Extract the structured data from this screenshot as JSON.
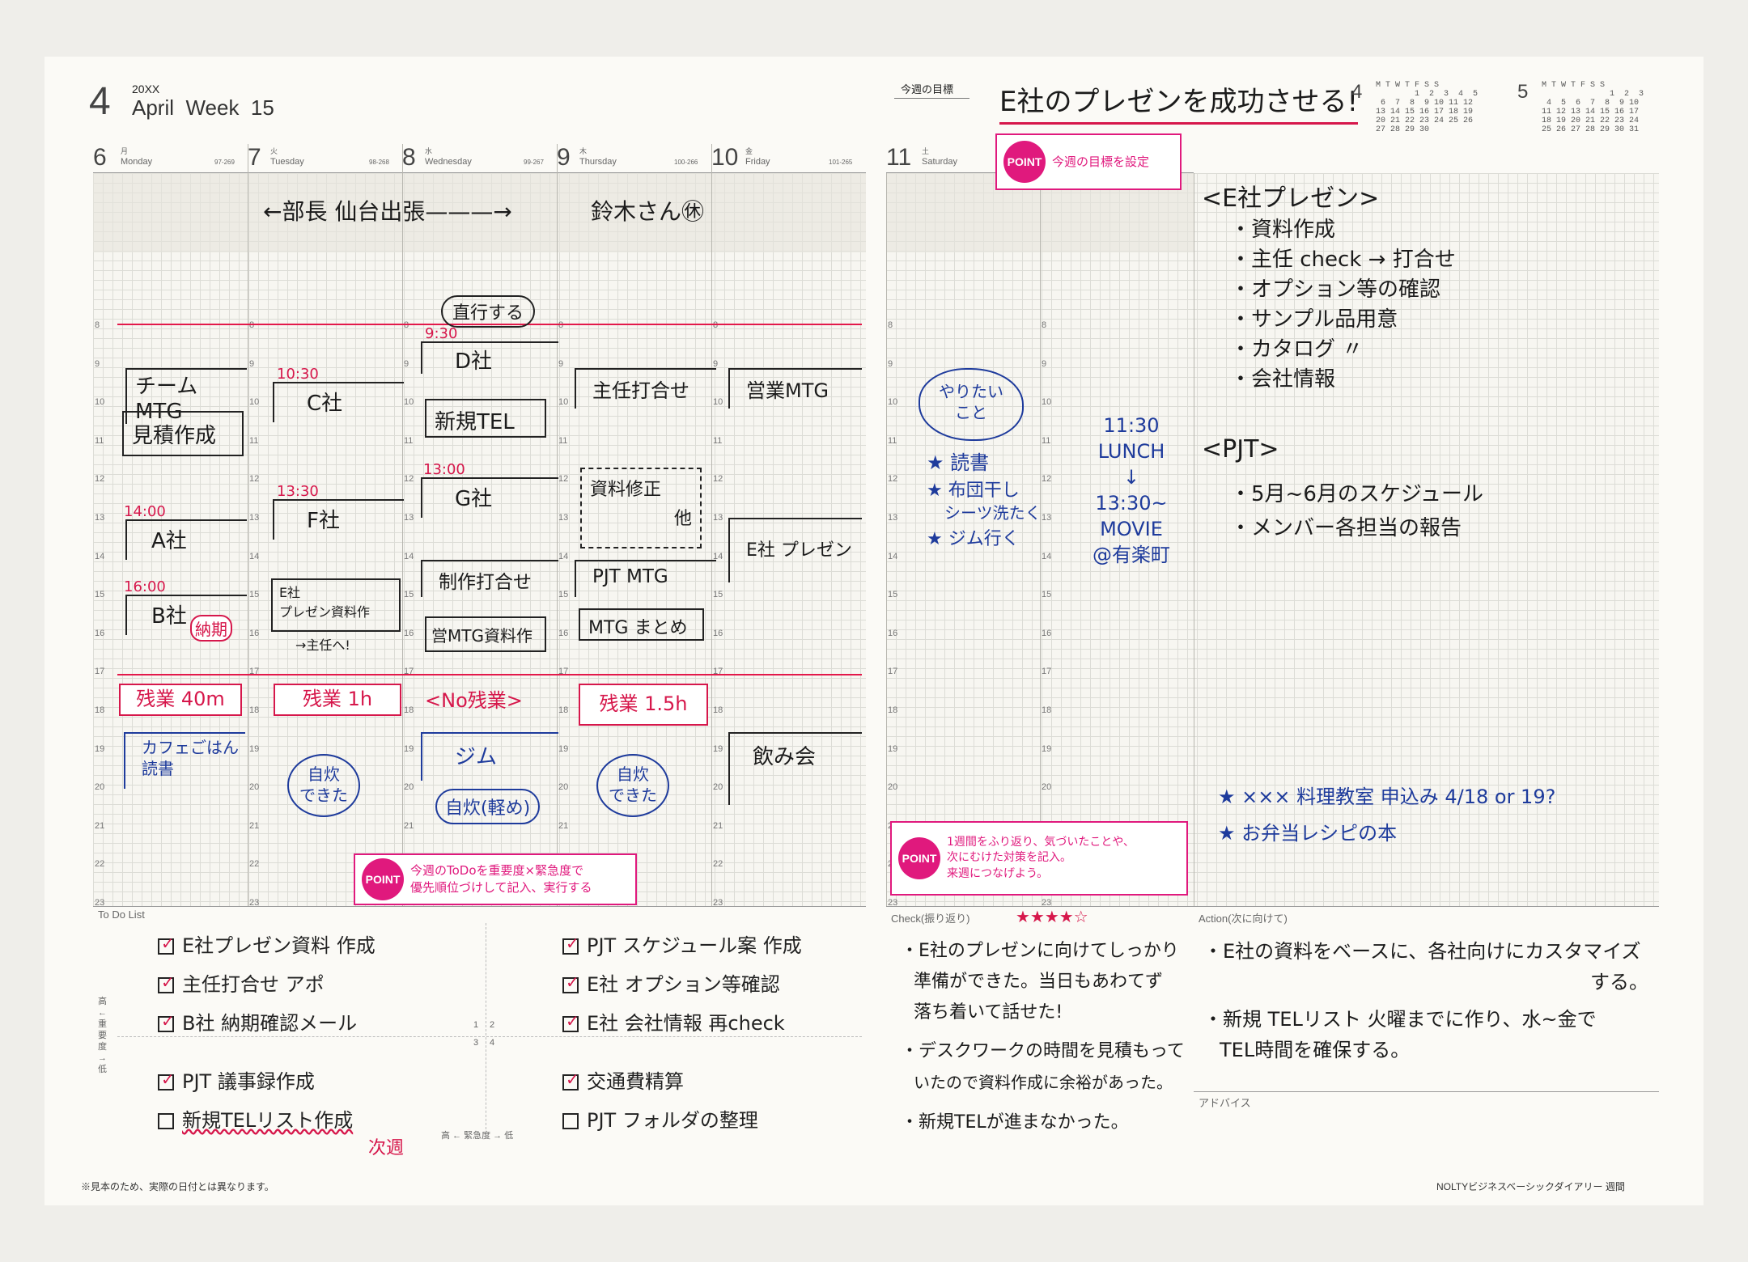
{
  "header": {
    "month_num": "4",
    "year": "20XX",
    "month_week": "April  Week  15",
    "goal_label": "今週の目標",
    "goal_text": "E社のプレゼンを成功させる!"
  },
  "mini_calendars": [
    {
      "month": "4",
      "text": "M T W T F S S\n        1  2  3  4  5\n 6  7  8  9 10 11 12\n13 14 15 16 17 18 19\n20 21 22 23 24 25 26\n27 28 29 30"
    },
    {
      "month": "5",
      "text": "M T W T F S S\n              1  2  3\n 4  5  6  7  8  9 10\n11 12 13 14 15 16 17\n18 19 20 21 22 23 24\n25 26 27 28 29 30 31"
    }
  ],
  "days": [
    {
      "num": "6",
      "jp": "月",
      "en": "Monday",
      "code": "97-269"
    },
    {
      "num": "7",
      "jp": "火",
      "en": "Tuesday",
      "code": "98-268"
    },
    {
      "num": "8",
      "jp": "水",
      "en": "Wednesday",
      "code": "99-267"
    },
    {
      "num": "9",
      "jp": "木",
      "en": "Thursday",
      "code": "100-266"
    },
    {
      "num": "10",
      "jp": "金",
      "en": "Friday",
      "code": "101-265"
    },
    {
      "num": "11",
      "jp": "土",
      "en": "Saturday",
      "code": ""
    }
  ],
  "hours": [
    "8",
    "9",
    "10",
    "11",
    "12",
    "13",
    "14",
    "15",
    "16",
    "17",
    "18",
    "19",
    "20",
    "21",
    "22",
    "23"
  ],
  "top_notes": {
    "trip": "←部長 仙台出張———→",
    "suzuki": "鈴木さん㊡"
  },
  "entries": {
    "mon": [
      "チーム MTG",
      "見積作成",
      "14:00",
      "A社",
      "16:00",
      "B社",
      "納期",
      "残業 40m",
      "カフェごはん",
      "読書"
    ],
    "tue": [
      "10:30",
      "C社",
      "13:30",
      "F社",
      "E社",
      "プレゼン資料作",
      "→主任へ!",
      "残業 1h",
      "自炊",
      "できた"
    ],
    "wed": [
      "直行する",
      "9:30",
      "D社",
      "新規TEL",
      "13:00",
      "G社",
      "制作打合せ",
      "営MTG資料作",
      "<No残業>",
      "ジム",
      "自炊(軽め)"
    ],
    "thu": [
      "主任打合せ",
      "資料修正",
      "他",
      "PJT MTG",
      "MTG まとめ",
      "残業 1.5h",
      "自炊",
      "できた"
    ],
    "fri": [
      "営業MTG",
      "E社 プレゼン",
      "飲み会"
    ],
    "sat": [
      "やりたい",
      "こと",
      "★ 読書",
      "★ 布団干し",
      "シーツ洗たく",
      "★ ジム行く"
    ],
    "sun": [
      "11:30",
      "LUNCH",
      "↓",
      "13:30~",
      "MOVIE",
      "@有楽町"
    ]
  },
  "right_memo": {
    "h1": "<E社プレゼン>",
    "items1": [
      "・資料作成",
      "・主任 check → 打合せ",
      "・オプション等の確認",
      "・サンプル品用意",
      "・カタログ   〃",
      "・会社情報"
    ],
    "h2": "<PJT>",
    "items2": [
      "・5月~6月のスケジュール",
      "・メンバー各担当の報告"
    ],
    "blue1": "★ ××× 料理教室  申込み  4/18 or 19?",
    "blue2": "★ お弁当レシピの本"
  },
  "points": {
    "p1": "今週の目標を設定",
    "p2a": "今週のToDoを重要度×緊急度で",
    "p2b": "優先順位づけして記入、実行する",
    "p3a": "1週間をふり返り、気づいたことや、",
    "p3b": "次にむけた対策を記入。",
    "p3c": "来週につなげよう。",
    "badge": "POINT"
  },
  "todo": {
    "label": "To Do List",
    "axis_v": "高 ← 重要度 → 低",
    "axis_h": "高 ← 緊急度 → 低",
    "q1": "1",
    "q2": "2",
    "q3": "3",
    "q4": "4",
    "items": [
      {
        "text": "E社プレゼン資料 作成",
        "checked": true
      },
      {
        "text": "主任打合せ アポ",
        "checked": true
      },
      {
        "text": "B社 納期確認メール",
        "checked": true
      },
      {
        "text": "PJT スケジュール案 作成",
        "checked": true
      },
      {
        "text": "E社 オプション等確認",
        "checked": true
      },
      {
        "text": "E社 会社情報 再check",
        "checked": true
      },
      {
        "text": "PJT 議事録作成",
        "checked": true
      },
      {
        "text": "新規TELリスト作成",
        "checked": false
      },
      {
        "text": "交通費精算",
        "checked": true
      },
      {
        "text": "PJT フォルダの整理",
        "checked": false
      }
    ],
    "next_week": "次週"
  },
  "check": {
    "label": "Check(振り返り)",
    "stars": "★★★★☆",
    "lines": [
      "・E社のプレゼンに向けてしっかり",
      "準備ができた。当日もあわてず",
      "落ち着いて話せた!",
      "・デスクワークの時間を見積もって",
      "いたので資料作成に余裕があった。",
      "・新規TELが進まなかった。"
    ]
  },
  "action": {
    "label": "Action(次に向けて)",
    "lines": [
      "・E社の資料をベースに、各社向けにカスタマイズ",
      "する。",
      "・新規 TELリスト 火曜までに作り、水~金で",
      "TEL時間を確保する。"
    ],
    "advice_label": "アドバイス"
  },
  "footer": {
    "left": "※見本のため、実際の日付とは異なります。",
    "right": "NOLTYビジネスベーシックダイアリー 週間"
  },
  "colors": {
    "accent_red": "#d6174b",
    "point_pink": "#e0197d",
    "ink_blue": "#1e3b9c"
  }
}
